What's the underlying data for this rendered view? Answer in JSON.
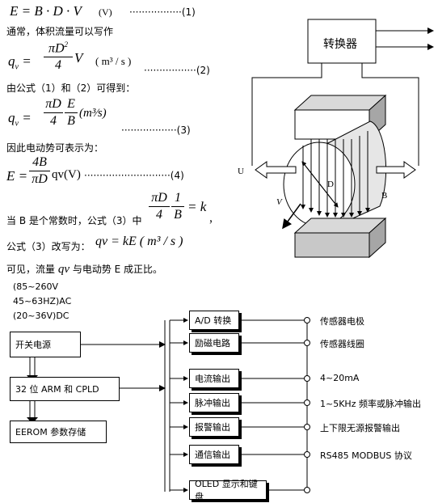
{
  "formulas": {
    "eq1": "E = B · D · V",
    "eq1_unit": "(V)",
    "eq1_num": "·················(1)",
    "text_usually": "通常，体积流量可以写作",
    "eq2_lhs": "q",
    "eq2_sub": "v",
    "eq2_num_top": "πD",
    "eq2_sup": "2",
    "eq2_den": "4",
    "eq2_V": "V",
    "eq2_unit": "( m³ / s )",
    "eq2_num": "·················(2)",
    "text_from": "由公式（1）和（2）可得到：",
    "eq3_f1_top": "πD",
    "eq3_f1_bot": "4",
    "eq3_f2_top": "E",
    "eq3_f2_bot": "B",
    "eq3_unit": "(m³⁄s)",
    "eq3_num": "··················(3)",
    "text_emf": "因此电动势可表示为：",
    "eq4_lhs": "E =",
    "eq4_top": "4B",
    "eq4_bot": "πD",
    "eq4_rhs": "qv(V)",
    "eq4_num": "····························(4)",
    "text_whenB": "当 B 是个常数时，公式（3）中",
    "eq5_f1_top": "πD",
    "eq5_f1_bot": "4",
    "eq5_f2_top": "1",
    "eq5_f2_bot": "B",
    "eq5_rhs": "= k",
    "eq5_comma": "，",
    "text_rewrite": "公式（3）改写为：",
    "eq6": "qv = kE ( m³ / s )",
    "text_visible_pre": "可见，流量",
    "text_visible_q": "qv",
    "text_visible_post": "与电动势 E 成正比。"
  },
  "sensor_diagram": {
    "converter_label": "转换器",
    "label_U": "U",
    "label_D": "D",
    "label_V": "V",
    "label_B": "B"
  },
  "block_diagram": {
    "power_specs": [
      "(85~260V",
      "45~63HZ)AC",
      "(20~36V)DC"
    ],
    "left_blocks": {
      "power": "开关电源",
      "cpu": "32 位 ARM 和 CPLD",
      "eerom": "EEROM 参数存储"
    },
    "right_blocks": [
      {
        "label": "A/D 转换",
        "out": "传感器电极"
      },
      {
        "label": "励磁电路",
        "out": "传感器线圈"
      },
      {
        "label": "电流输出",
        "out": "4~20mA"
      },
      {
        "label": "脉冲输出",
        "out": "1~5KHz 频率或脉冲输出"
      },
      {
        "label": "报警输出",
        "out": "上下限无源报警输出"
      },
      {
        "label": "通信输出",
        "out": "RS485 MODBUS 协议"
      },
      {
        "label": "OLED 显示和键盘",
        "out": ""
      }
    ]
  }
}
